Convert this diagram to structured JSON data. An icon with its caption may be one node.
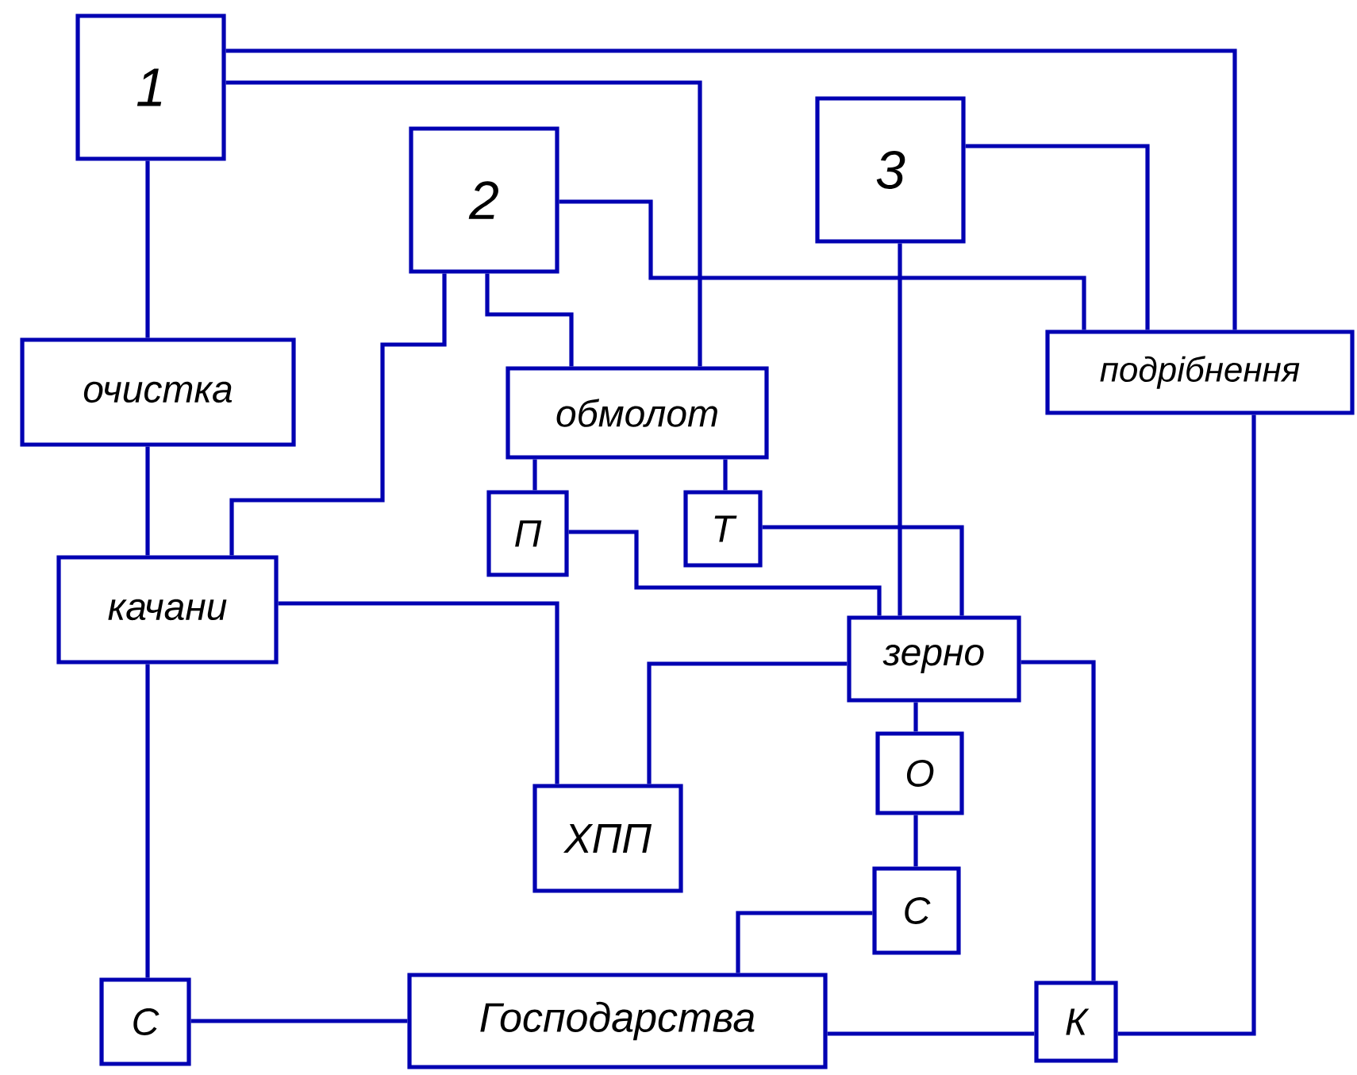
{
  "diagram": {
    "nodes": [
      {
        "text": [
          "1"
        ]
      },
      {
        "text": [
          "2"
        ]
      },
      {
        "text": [
          "3"
        ]
      },
      {
        "text": [
          "очистка"
        ]
      },
      {
        "text": [
          "обмолот"
        ]
      },
      {
        "text": [
          "подрібнення"
        ]
      },
      {
        "text": [
          "П"
        ]
      },
      {
        "text": [
          "Т"
        ]
      },
      {
        "text": [
          "качани"
        ]
      },
      {
        "text": [
          "зерно"
        ]
      },
      {
        "text": [
          "ХПП"
        ]
      },
      {
        "text": [
          "О"
        ]
      },
      {
        "text": [
          "С"
        ]
      },
      {
        "text": [
          "С"
        ]
      },
      {
        "text": [
          "Господарства"
        ]
      },
      {
        "text": [
          "К"
        ]
      }
    ],
    "edges": [
      {
        "from": 0,
        "to": 5,
        "arrow": "none"
      },
      {
        "from": 0,
        "to": 4,
        "arrow": "none"
      },
      {
        "from": 0,
        "to": 3,
        "arrow": "none"
      },
      {
        "from": 1,
        "to": 5,
        "arrow": "none"
      },
      {
        "from": 1,
        "to": 4,
        "arrow": "none"
      },
      {
        "from": 1,
        "to": 8,
        "arrow": "none"
      },
      {
        "from": 2,
        "to": 5,
        "arrow": "none"
      },
      {
        "from": 2,
        "to": 9,
        "arrow": "none"
      },
      {
        "from": 3,
        "to": 8,
        "arrow": "none"
      },
      {
        "from": 4,
        "to": 6,
        "arrow": "none"
      },
      {
        "from": 4,
        "to": 7,
        "arrow": "none"
      },
      {
        "from": 6,
        "to": 9,
        "arrow": "none"
      },
      {
        "from": 7,
        "to": 9,
        "arrow": "none"
      },
      {
        "from": 8,
        "to": 10,
        "arrow": "none"
      },
      {
        "from": 9,
        "to": 10,
        "arrow": "none"
      },
      {
        "from": 9,
        "to": 11,
        "arrow": "none"
      },
      {
        "from": 9,
        "to": 15,
        "arrow": "none"
      },
      {
        "from": 11,
        "to": 12,
        "arrow": "none"
      },
      {
        "from": 12,
        "to": 14,
        "arrow": "none"
      },
      {
        "from": 8,
        "to": 13,
        "arrow": "none"
      },
      {
        "from": 13,
        "to": 14,
        "arrow": "none"
      },
      {
        "from": 14,
        "to": 15,
        "arrow": "none"
      },
      {
        "from": 5,
        "to": 15,
        "arrow": "none"
      }
    ]
  }
}
